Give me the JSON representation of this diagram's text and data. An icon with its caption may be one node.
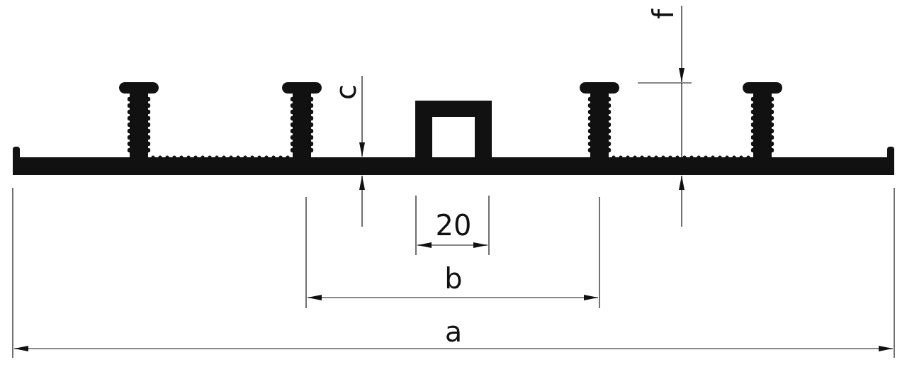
{
  "diagram": {
    "labels": [
      "f",
      "c",
      "20",
      "b",
      "a"
    ]
  }
}
